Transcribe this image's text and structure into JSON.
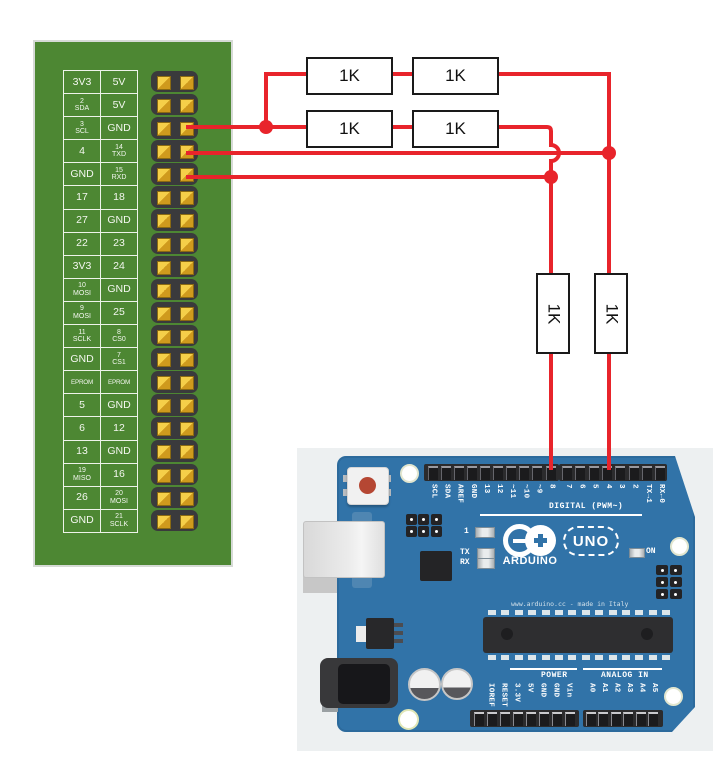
{
  "colors": {
    "wire": "#e8242b",
    "gpio_pcb": "#4d8733",
    "arduino_pcb": "#3173a8"
  },
  "gpio_header": {
    "rows": [
      {
        "left": [
          "3V3"
        ],
        "right": [
          "5V"
        ]
      },
      {
        "left": [
          "2",
          "SDA"
        ],
        "right": [
          "5V"
        ]
      },
      {
        "left": [
          "3",
          "SCL"
        ],
        "right": [
          "GND"
        ]
      },
      {
        "left": [
          "4"
        ],
        "right": [
          "14",
          "TXD"
        ]
      },
      {
        "left": [
          "GND"
        ],
        "right": [
          "15",
          "RXD"
        ]
      },
      {
        "left": [
          "17"
        ],
        "right": [
          "18"
        ]
      },
      {
        "left": [
          "27"
        ],
        "right": [
          "GND"
        ]
      },
      {
        "left": [
          "22"
        ],
        "right": [
          "23"
        ]
      },
      {
        "left": [
          "3V3"
        ],
        "right": [
          "24"
        ]
      },
      {
        "left": [
          "10",
          "MOSI"
        ],
        "right": [
          "GND"
        ]
      },
      {
        "left": [
          "9",
          "MOSI"
        ],
        "right": [
          "25"
        ]
      },
      {
        "left": [
          "11",
          "SCLK"
        ],
        "right": [
          "8",
          "CS0"
        ]
      },
      {
        "left": [
          "GND"
        ],
        "right": [
          "7",
          "CS1"
        ]
      },
      {
        "left": [
          "EPROM"
        ],
        "right": [
          "EPROM"
        ]
      },
      {
        "left": [
          "5"
        ],
        "right": [
          "GND"
        ]
      },
      {
        "left": [
          "6"
        ],
        "right": [
          "12"
        ]
      },
      {
        "left": [
          "13"
        ],
        "right": [
          "GND"
        ]
      },
      {
        "left": [
          "19",
          "MISO"
        ],
        "right": [
          "16"
        ]
      },
      {
        "left": [
          "26"
        ],
        "right": [
          "20",
          "MOSI"
        ]
      },
      {
        "left": [
          "GND"
        ],
        "right": [
          "21",
          "SCLK"
        ]
      }
    ]
  },
  "resistors": {
    "labels": [
      "1K",
      "1K",
      "1K",
      "1K",
      "1K",
      "1K"
    ]
  },
  "arduino": {
    "digital_row1": [
      "SCL",
      "SDA",
      "AREF",
      "GND",
      "13",
      "12",
      "~11",
      "~10",
      "~9",
      "8"
    ],
    "digital_row2": [
      "7",
      "6",
      "5",
      "4",
      "3",
      "2",
      "TX→1",
      "RX←0"
    ],
    "digital_group_label": "DIGITAL (PWM~)",
    "power_labels": [
      "IOREF",
      "RESET",
      "3.3V",
      "5V",
      "GND",
      "GND",
      "Vin"
    ],
    "power_group_label": "POWER",
    "analog_labels": [
      "A0",
      "A1",
      "A2",
      "A3",
      "A4",
      "A5"
    ],
    "analog_group_label": "ANALOG IN",
    "brand": "ARDUINO",
    "model": "UNO",
    "led_pin13": "1",
    "led_tx": "TX",
    "led_rx": "RX",
    "led_on": "ON",
    "footer": "www.arduino.cc - made in Italy"
  }
}
